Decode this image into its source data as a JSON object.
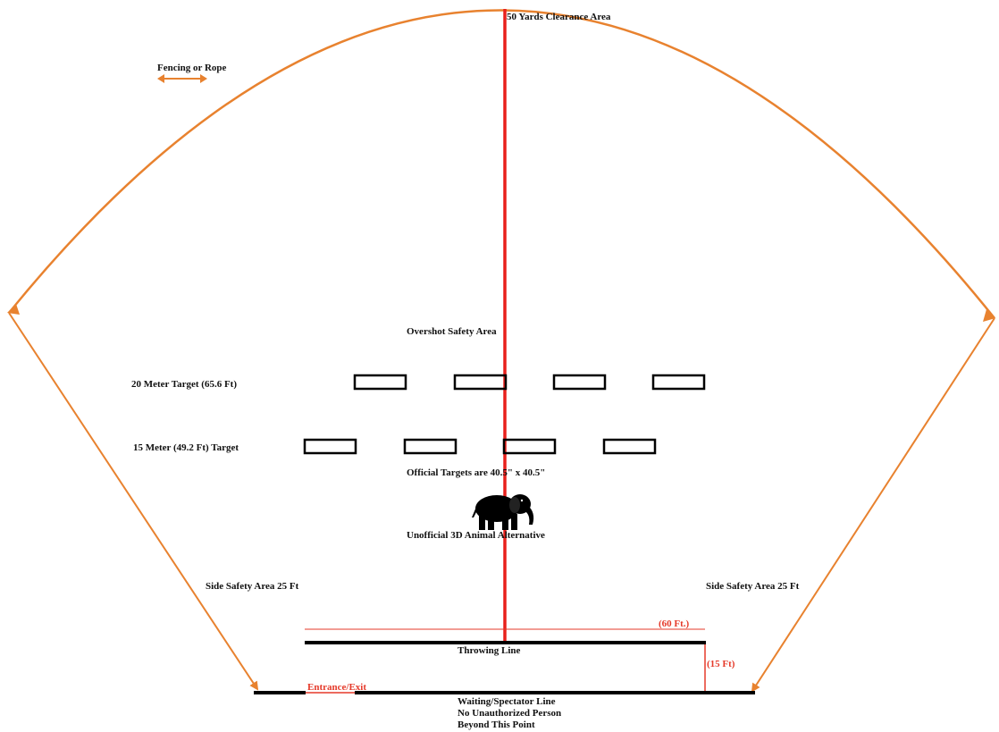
{
  "colors": {
    "fence": "#e8822f",
    "centerline": "#e8201c",
    "measure": "#e53a2a",
    "target_stroke": "#000000",
    "line_black": "#000000"
  },
  "legend": {
    "label": "Fencing or Rope",
    "icon": "double-arrow-icon"
  },
  "labels": {
    "clearance": "50 Yards Clearance Area",
    "overshot": "Overshot Safety Area",
    "target_20m": "20 Meter Target (65.6 Ft)",
    "target_15m": "15 Meter (49.2 Ft) Target",
    "official_targets": "Official Targets are 40.5\" x 40.5\"",
    "unofficial": "Unofficial 3D Animal Alternative",
    "side_left": "Side Safety Area 25 Ft",
    "side_right": "Side Safety Area 25 Ft",
    "width_60": "(60 Ft.)",
    "throwing_line": "Throwing Line",
    "depth_15": "(15 Ft)",
    "entrance": "Entrance/Exit",
    "waiting_1": "Waiting/Spectator Line",
    "waiting_2": "No Unauthorized Person",
    "waiting_3": "Beyond This Point"
  },
  "targets": {
    "row_20m_count": 4,
    "row_15m_count": 4
  },
  "icons": {
    "animal": "elephant-icon"
  }
}
